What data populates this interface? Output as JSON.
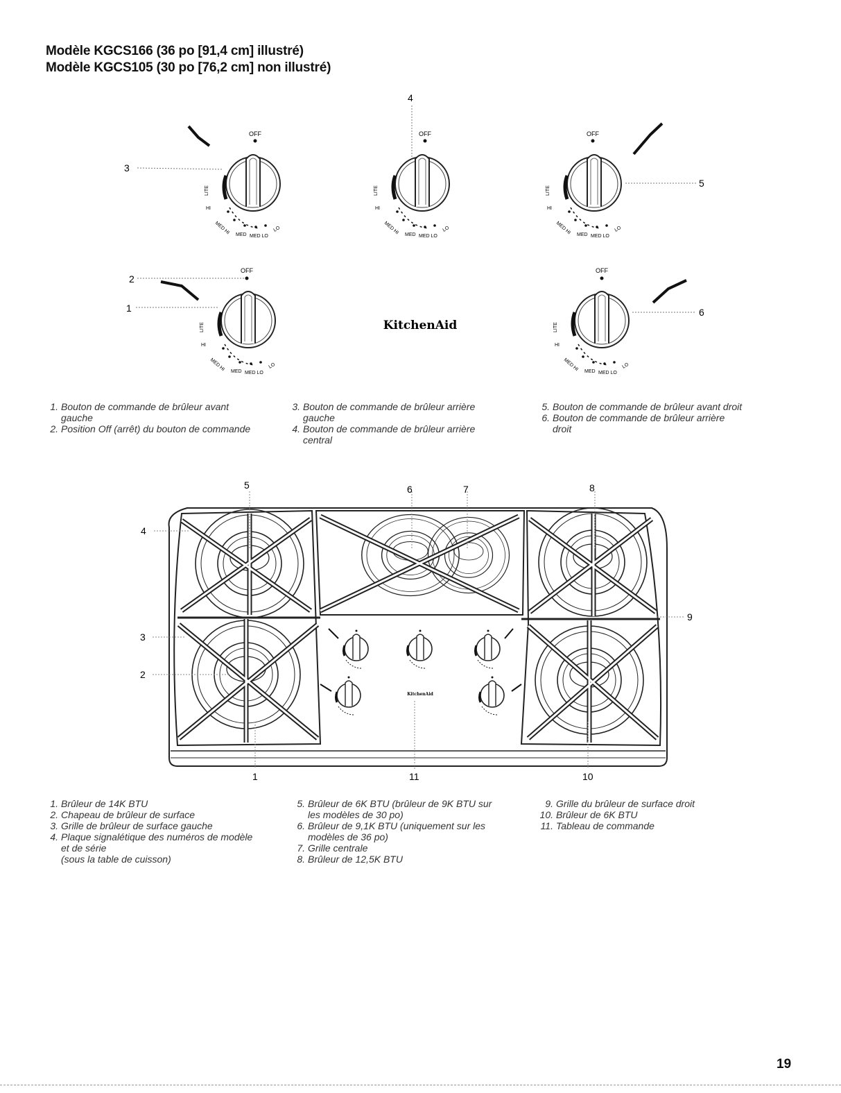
{
  "header": {
    "line1": "Modèle KGCS166 (36 po [91,4 cm] illustré)",
    "line2": "Modèle KGCS105 (30 po [76,2 cm] non illustré)"
  },
  "knob_labels": {
    "off": "OFF",
    "lite": "LITE",
    "hi": "HI",
    "med_hi": "MED HI",
    "med": "MED",
    "med_lo": "MED LO",
    "lo": "LO"
  },
  "brand": "KitchenAid",
  "controls_callouts": [
    "1",
    "2",
    "3",
    "4",
    "5",
    "6"
  ],
  "controls_legend": [
    {
      "num": "1.",
      "text": "Bouton de commande de brûleur avant",
      "cont": "gauche"
    },
    {
      "num": "2.",
      "text": "Position Off (arrêt) du bouton de commande",
      "cont": ""
    },
    {
      "num": "3.",
      "text": "Bouton de commande de brûleur arrière",
      "cont": "gauche"
    },
    {
      "num": "4.",
      "text": "Bouton de commande de brûleur arrière",
      "cont": "central"
    },
    {
      "num": "5.",
      "text": "Bouton de commande de brûleur avant droit",
      "cont": ""
    },
    {
      "num": "6.",
      "text": "Bouton de commande de brûleur arrière",
      "cont": "droit"
    }
  ],
  "cooktop_callouts": [
    "1",
    "2",
    "3",
    "4",
    "5",
    "6",
    "7",
    "8",
    "9",
    "10",
    "11"
  ],
  "cooktop_legend": [
    {
      "num": "1.",
      "text": "Brûleur de 14K BTU",
      "cont": ""
    },
    {
      "num": "2.",
      "text": "Chapeau de brûleur de surface",
      "cont": ""
    },
    {
      "num": "3.",
      "text": "Grille de brûleur de surface gauche",
      "cont": ""
    },
    {
      "num": "4.",
      "text": "Plaque signalétique des numéros de modèle",
      "cont": "et de série",
      "cont2": "(sous la table de cuisson)"
    },
    {
      "num": "5.",
      "text": "Brûleur de 6K BTU (brûleur de 9K BTU sur",
      "cont": "les modèles de 30 po)"
    },
    {
      "num": "6.",
      "text": "Brûleur de 9,1K BTU (uniquement sur les",
      "cont": "modèles de 36 po)"
    },
    {
      "num": "7.",
      "text": "Grille centrale",
      "cont": ""
    },
    {
      "num": "8.",
      "text": "Brûleur de 12,5K BTU",
      "cont": ""
    },
    {
      "num": "9.",
      "text": "Grille du brûleur de surface droit",
      "cont": ""
    },
    {
      "num": "10.",
      "text": "Brûleur de 6K BTU",
      "cont": ""
    },
    {
      "num": "11.",
      "text": "Tableau de commande",
      "cont": ""
    }
  ],
  "page_number": "19"
}
